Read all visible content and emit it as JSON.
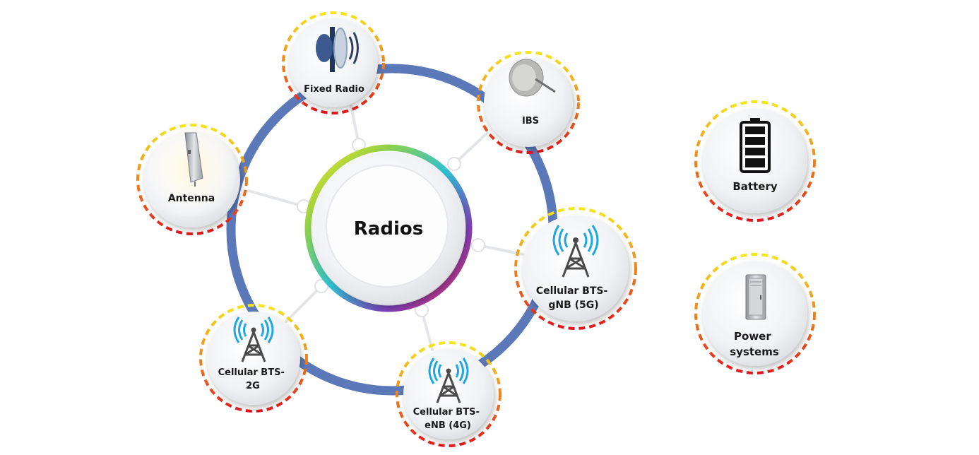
{
  "center": {
    "label": "Radios"
  },
  "colors": {
    "ring": "#5b78b8",
    "connector": "#e3e5e8",
    "node_fill": "#f4f4f6",
    "gradient_dashes": [
      "#f2e31a",
      "#f4a21a",
      "#ec5a1c",
      "#e3181f"
    ]
  },
  "satellites": [
    {
      "id": "fixed-radio",
      "icon": "fixed-radio-icon",
      "lines": [
        "Fixed Radio"
      ]
    },
    {
      "id": "ibs",
      "icon": "dish-antenna-icon",
      "lines": [
        "IBS"
      ]
    },
    {
      "id": "antenna",
      "icon": "panel-antenna-icon",
      "lines": [
        "Antenna"
      ]
    },
    {
      "id": "cellular-5g",
      "icon": "cell-tower-icon",
      "lines": [
        "Cellular BTS-",
        "gNB (5G)"
      ]
    },
    {
      "id": "cellular-4g",
      "icon": "cell-tower-icon",
      "lines": [
        "Cellular BTS-",
        "eNB (4G)"
      ]
    },
    {
      "id": "cellular-2g",
      "icon": "cell-tower-icon",
      "lines": [
        "Cellular BTS-",
        "2G"
      ]
    }
  ],
  "standalone": [
    {
      "id": "battery",
      "icon": "battery-icon",
      "lines": [
        "Battery"
      ]
    },
    {
      "id": "power-systems",
      "icon": "power-cabinet-icon",
      "lines": [
        "Power",
        "systems"
      ]
    }
  ]
}
